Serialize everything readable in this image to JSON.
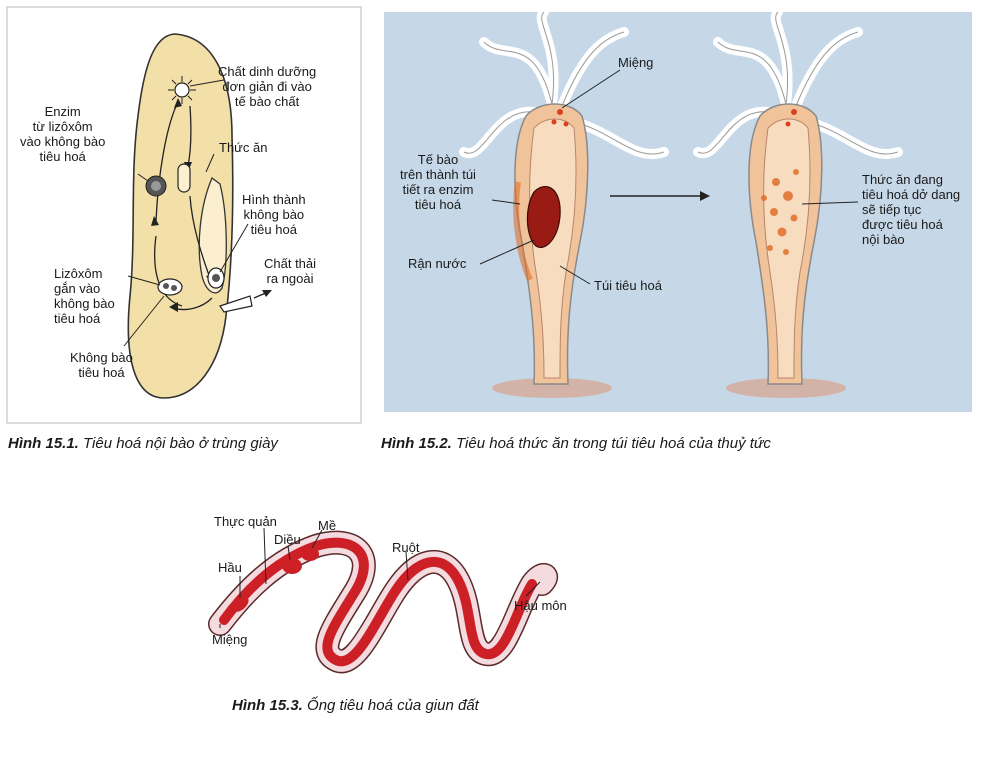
{
  "fig1": {
    "labels": {
      "nutrients": "Chất dinh dưỡng\nđơn giản đi vào\ntế bào chất",
      "enzyme": "Enzim\ntừ lizôxôm\nvào không bào\ntiêu hoá",
      "food": "Thức ăn",
      "forming": "Hình thành\nkhông bào\ntiêu hoá",
      "waste": "Chất thải\nra ngoài",
      "lysosome": "Lizôxôm\ngắn vào\nkhông bào\ntiêu hoá",
      "vacuole": "Không bào\ntiêu hoá"
    },
    "caption_num": "Hình 15.1.",
    "caption_text": " Tiêu hoá nội bào ở trùng giày"
  },
  "fig2": {
    "labels": {
      "mouth": "Miệng",
      "cells": "Tế bào\ntrên thành túi\ntiết ra enzim\ntiêu hoá",
      "flea": "Rận nước",
      "sac": "Túi tiêu hoá",
      "partial": "Thức ăn đang\ntiêu hoá dở dang\nsẽ tiếp tục\nđược tiêu hoá\nnội bào"
    },
    "caption_num": "Hình 15.2.",
    "caption_text": " Tiêu hoá thức ăn trong túi tiêu hoá của thuỷ tức"
  },
  "fig3": {
    "labels": {
      "esophagus": "Thực quản",
      "crop": "Diều",
      "gizzard": "Mề",
      "intestine": "Ruột",
      "pharynx": "Hầu",
      "anus": "Hậu môn",
      "mouth": "Miệng"
    },
    "caption_num": "Hình 15.3.",
    "caption_text": " Ống tiêu hoá của giun đất"
  },
  "colors": {
    "paramecium_fill": "#f3dfa8",
    "hydra_bg": "#c6d8e8",
    "hydra_body": "#f1c39a",
    "worm_red": "#cc1f26",
    "worm_skin": "#f3dbe0"
  }
}
